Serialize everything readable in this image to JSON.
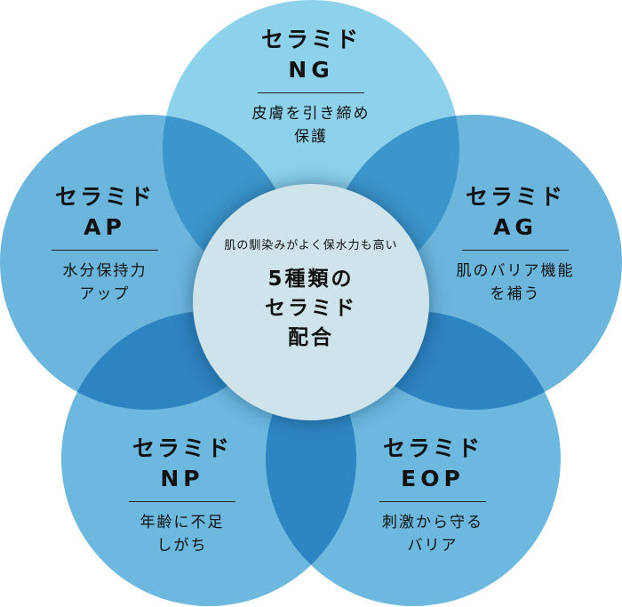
{
  "colors": {
    "ng": "#8dd1ea",
    "side": "#6cb6dd",
    "bottom": "#6cb8df",
    "center": "#cfe3ea"
  },
  "petals": {
    "ng": {
      "title": "セラミド",
      "code": "NG",
      "body1": "皮膚を引き締め",
      "body2": "保護"
    },
    "ap": {
      "title": "セラミド",
      "code": "AP",
      "body1": "水分保持力",
      "body2": "アップ"
    },
    "ag": {
      "title": "セラミド",
      "code": "AG",
      "body1": "肌のバリア機能",
      "body2": "を補う"
    },
    "np": {
      "title": "セラミド",
      "code": "NP",
      "body1": "年齢に不足",
      "body2": "しがち"
    },
    "eop": {
      "title": "セラミド",
      "code": "EOP",
      "body1": "刺激から守る",
      "body2": "バリア"
    }
  },
  "center": {
    "subtitle": "肌の馴染みがよく保水力も高い",
    "line1": "5種類の",
    "line2": "セラミド",
    "line3": "配合"
  }
}
